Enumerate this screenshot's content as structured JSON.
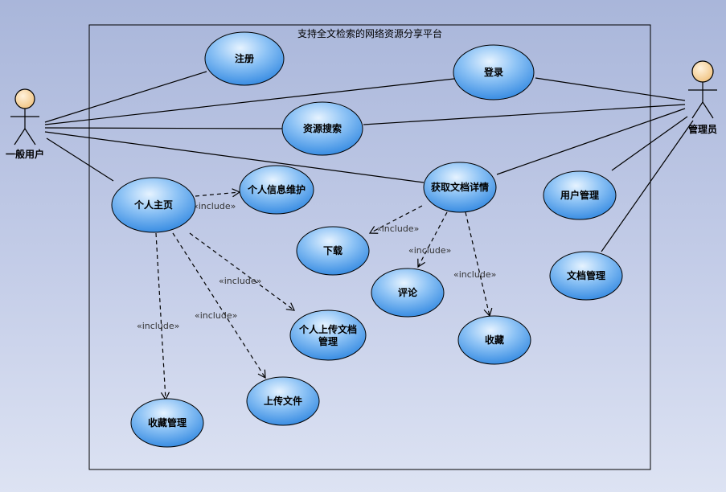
{
  "system": {
    "title": "支持全文检索的网络资源分享平台"
  },
  "actors": {
    "user": "一般用户",
    "admin": "管理员"
  },
  "use_cases": {
    "register": "注册",
    "login": "登录",
    "resource_search": "资源搜索",
    "personal_home": "个人主页",
    "personal_info": "个人信息维护",
    "doc_detail": "获取文档详情",
    "user_mgmt": "用户管理",
    "download": "下载",
    "comment": "评论",
    "doc_mgmt": "文档管理",
    "upload_doc_mgmt_line1": "个人上传文档",
    "upload_doc_mgmt_line2": "管理",
    "favorite": "收藏",
    "upload_file": "上传文件",
    "favorite_mgmt": "收藏管理"
  },
  "relations": {
    "include": "«include»"
  },
  "colors": {
    "usecase_fill_top": "#d9ecff",
    "usecase_fill_bottom": "#2f86e0",
    "actor_head": "#f6d19a",
    "line": "#000000"
  }
}
